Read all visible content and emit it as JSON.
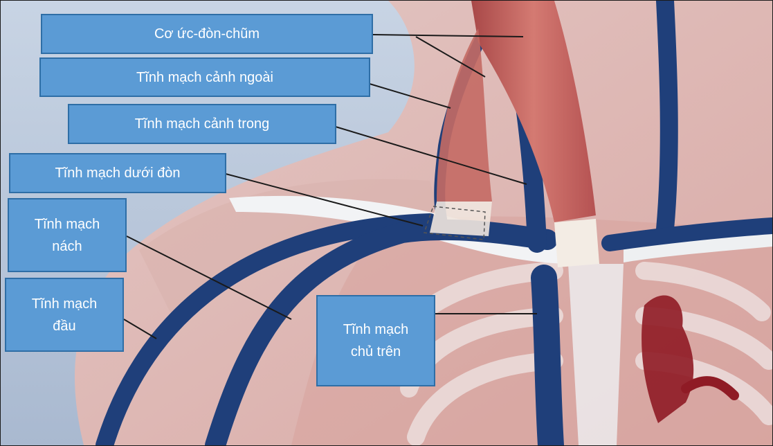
{
  "labels": {
    "scm": "Cơ ức-đòn-chũm",
    "external_jugular": "Tĩnh mạch cảnh ngoài",
    "internal_jugular": "Tĩnh mạch cảnh trong",
    "subclavian": "Tĩnh mạch dưới đòn",
    "axillary": "Tĩnh mạch\nnách",
    "cephalic": "Tĩnh mạch\nđầu",
    "svc": "Tĩnh mạch\nchủ trên"
  },
  "colors": {
    "label_fill": "#5b9bd5",
    "label_border": "#2e6ea6",
    "vein": "#1f3f7a",
    "muscle": "#c85a5a",
    "skin": "#e8bfb8",
    "bone": "#e9ecef",
    "heart": "#8f1b25"
  }
}
